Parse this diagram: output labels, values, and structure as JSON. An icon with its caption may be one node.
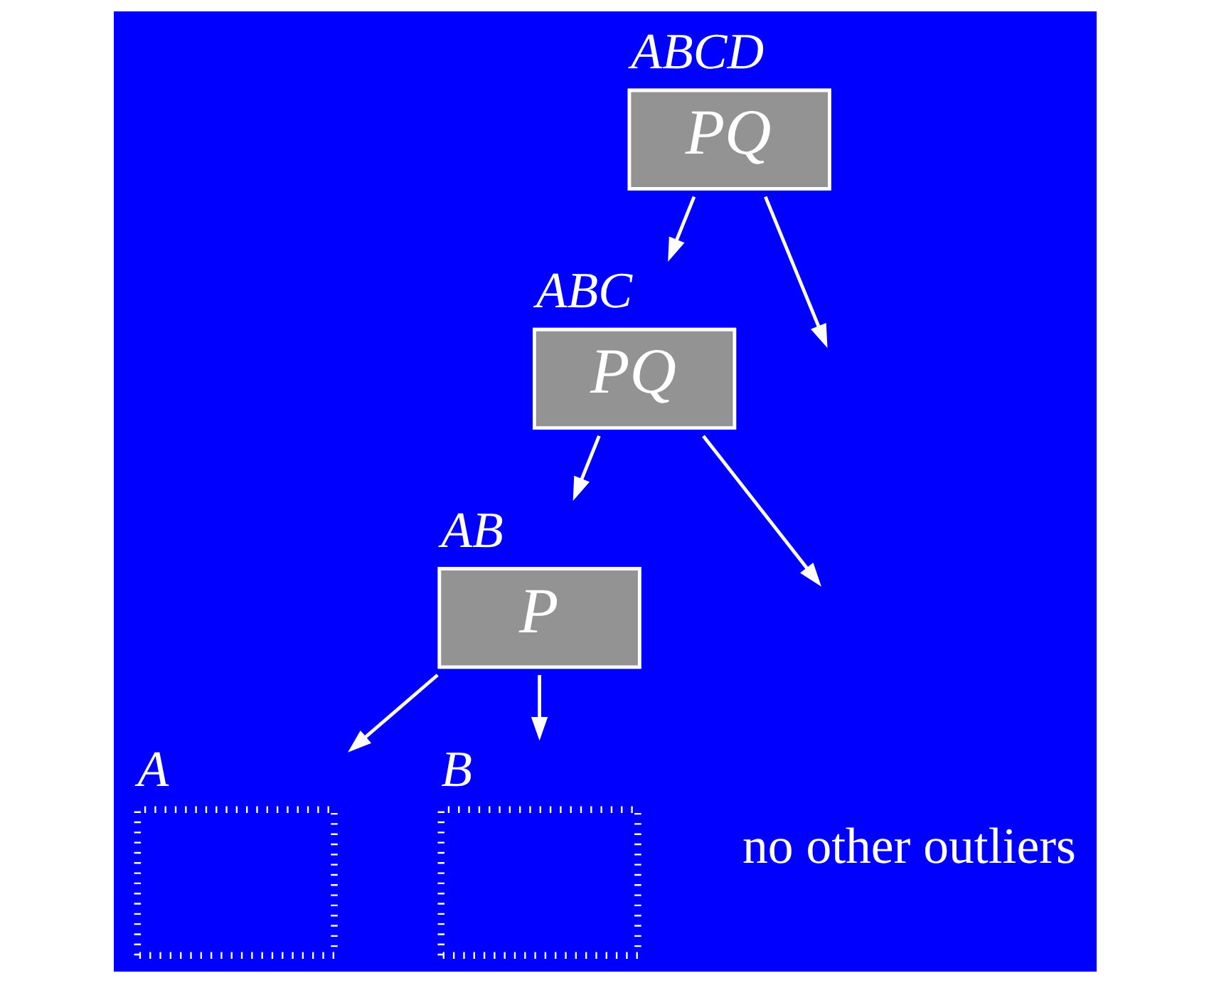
{
  "diagram": {
    "nodes": [
      {
        "text": [
          "ABCD",
          "PQ"
        ]
      },
      {
        "text": [
          "ABC",
          "PQ"
        ]
      },
      {
        "text": [
          "AB",
          "P"
        ]
      },
      {
        "text": [
          "A"
        ]
      },
      {
        "text": [
          "B"
        ]
      }
    ],
    "edges": [
      {
        "from": 0,
        "to": 1,
        "arrow": "to"
      },
      {
        "from": 0,
        "to": null,
        "arrow": "to"
      },
      {
        "from": 1,
        "to": 2,
        "arrow": "to"
      },
      {
        "from": 1,
        "to": null,
        "arrow": "to"
      },
      {
        "from": 2,
        "to": 3,
        "arrow": "to"
      },
      {
        "from": 2,
        "to": 4,
        "arrow": "to"
      }
    ],
    "labels": [
      "no other outliers"
    ]
  }
}
